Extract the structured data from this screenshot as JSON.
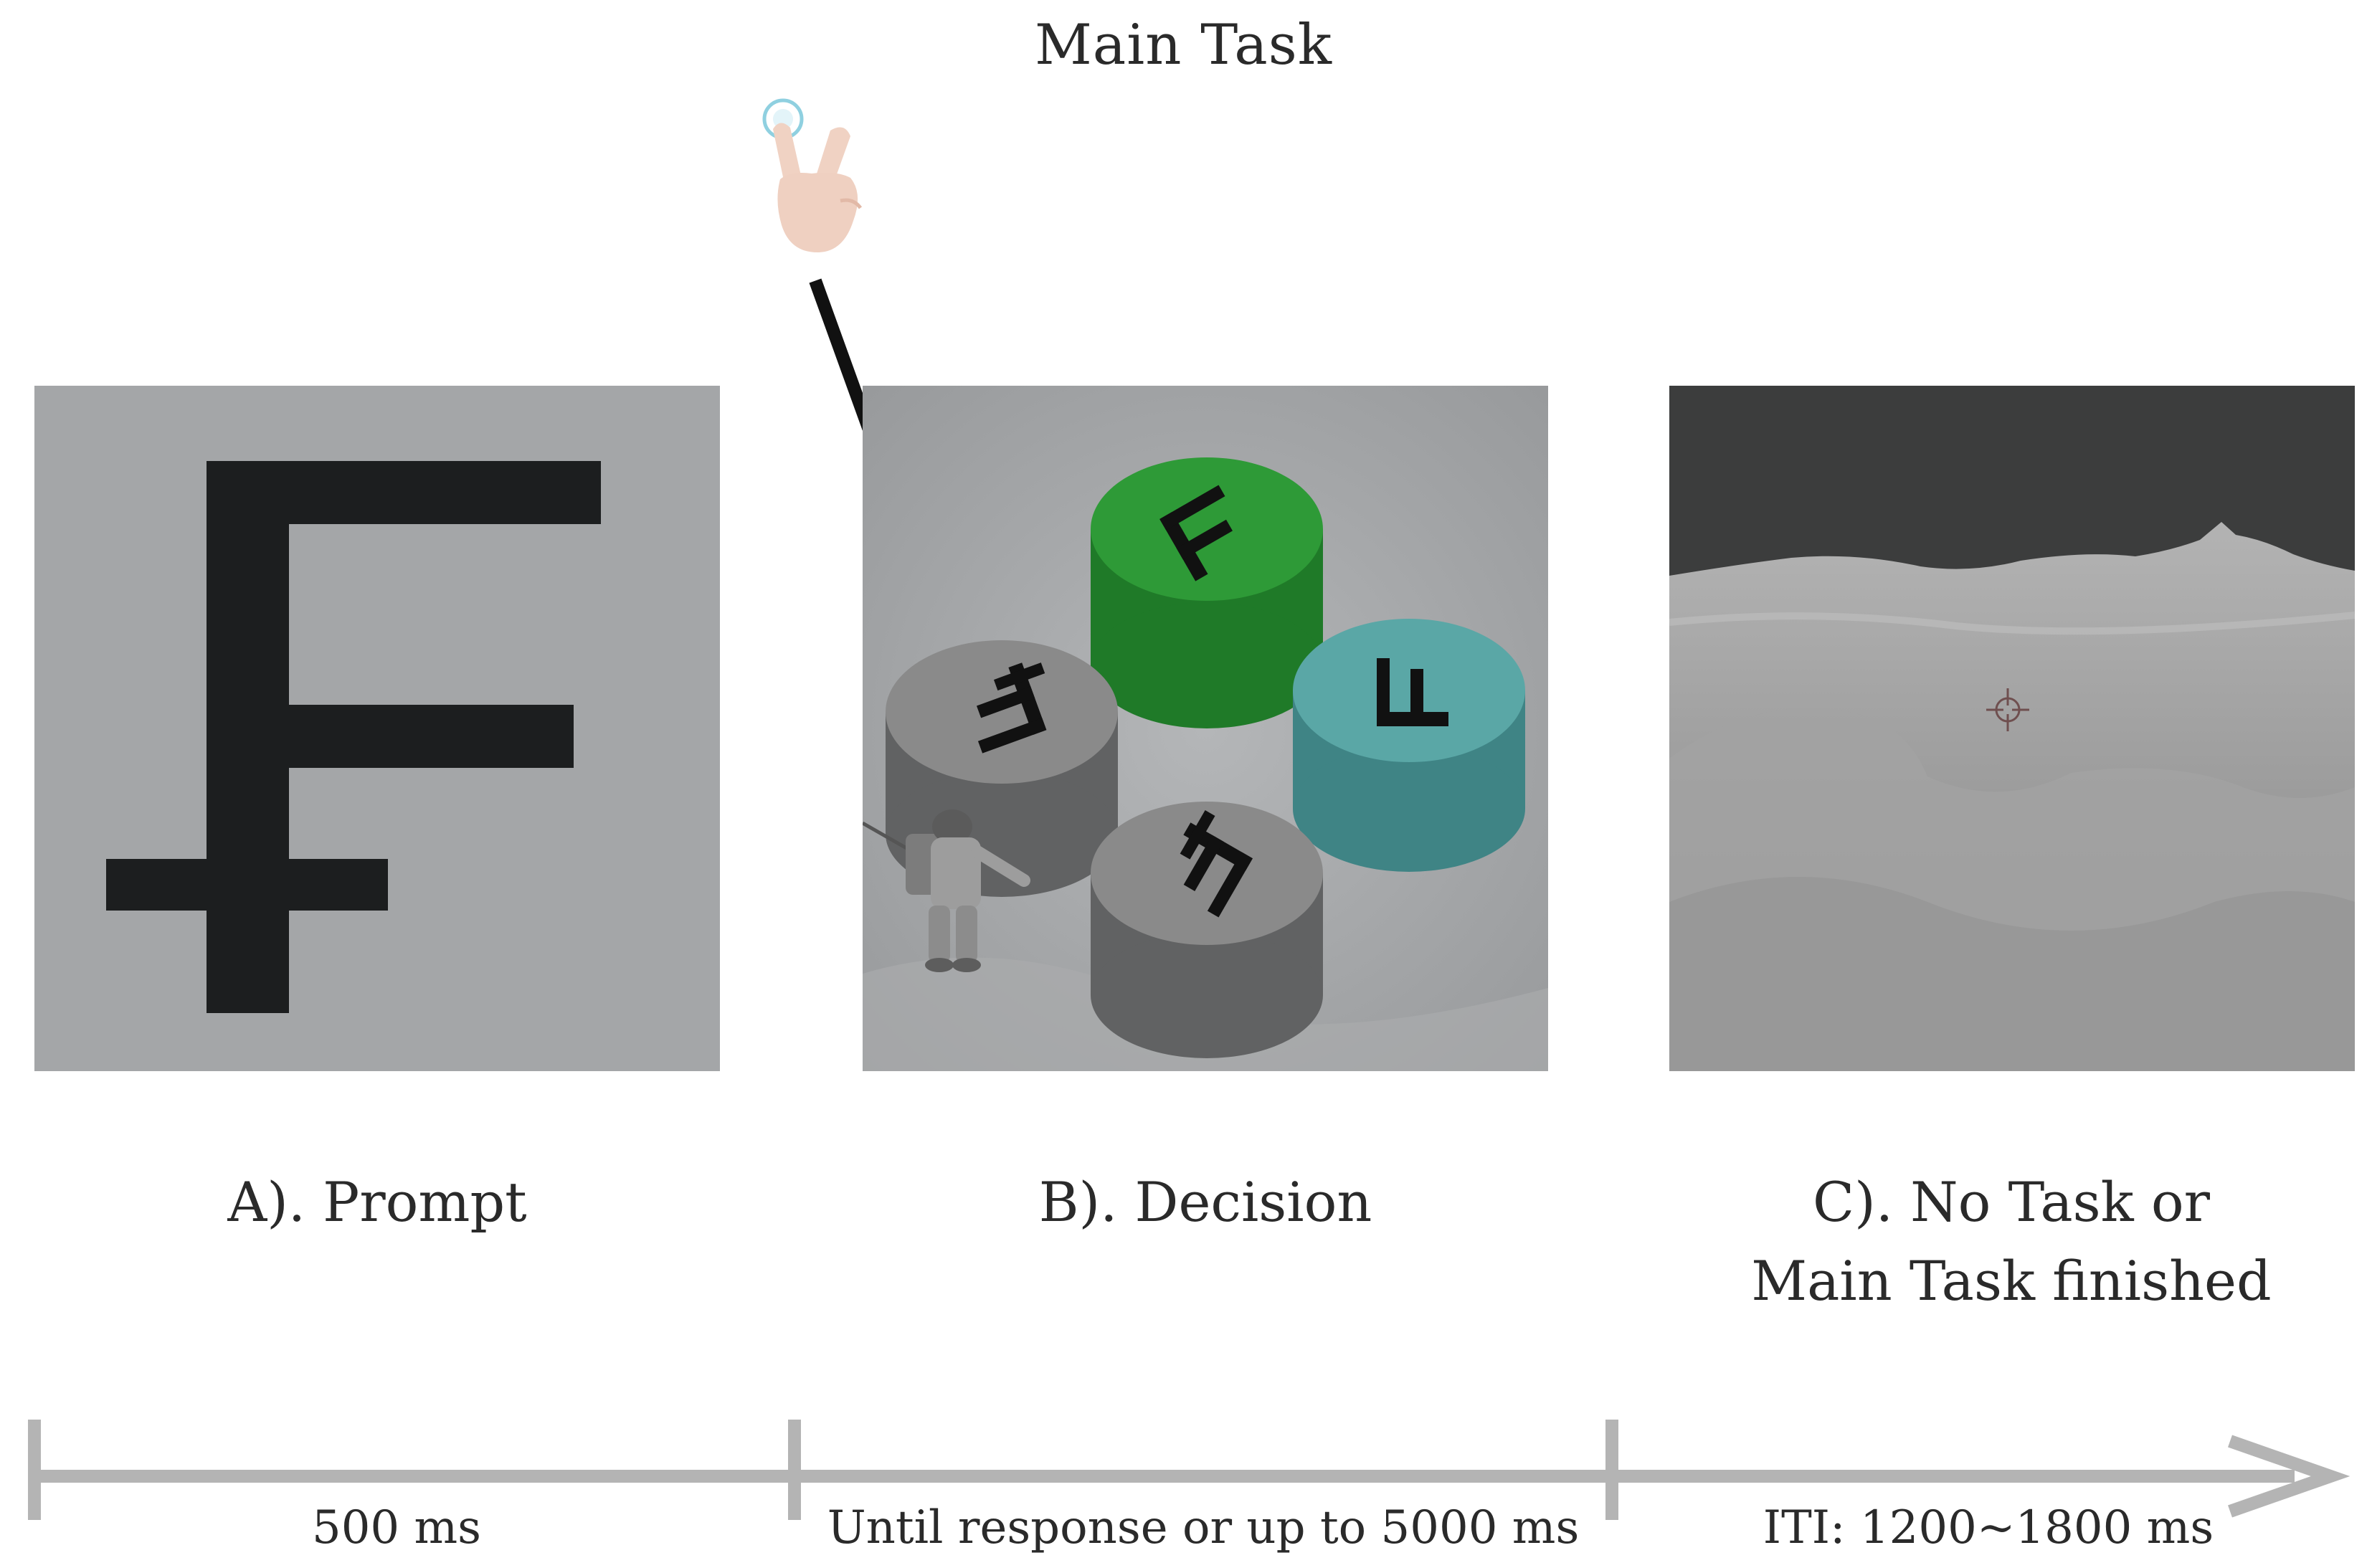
{
  "title": "Main Task",
  "icons": {
    "hand": "two-finger-tap-icon",
    "pointer": "arrow-down-right-icon",
    "fixation": "crosshair-icon",
    "timeline_arrow": "arrow-right-icon"
  },
  "panels": {
    "a": {
      "caption": "A).  Prompt",
      "stimulus_symbol": "F-variant glyph"
    },
    "b": {
      "caption": "B).  Decision",
      "option_colors": {
        "top": "#2e9a37",
        "right": "#5aa7a6",
        "left": "#8a8a8a",
        "bottom": "#8a8a8a"
      }
    },
    "c": {
      "caption_line1": "C).  No Task or",
      "caption_line2": "Main Task finished"
    }
  },
  "timeline": {
    "segments": [
      {
        "label": "500 ms"
      },
      {
        "label": "Until response or up to 5000 ms"
      },
      {
        "label": "ITI: 1200~1800 ms"
      }
    ]
  },
  "colors": {
    "timeline": "#b4b4b4",
    "glyph": "#1c1e1f",
    "sky": "#3c3d3d",
    "terrain": "#9c9c9c"
  }
}
